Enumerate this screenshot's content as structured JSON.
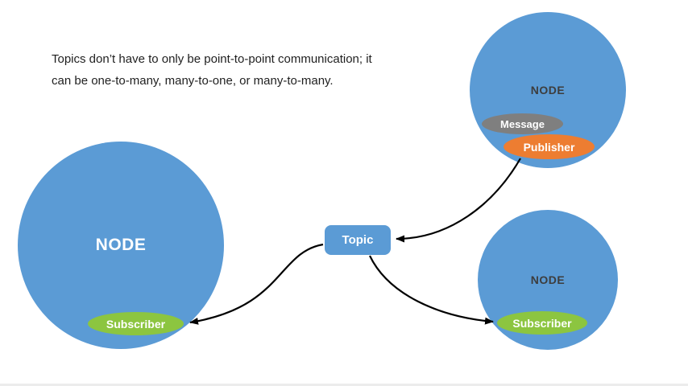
{
  "caption": {
    "line1": "Topics don’t have to only be point-to-point communication; it",
    "line2": "can be one-to-many, many-to-one, or many-to-many."
  },
  "topic": {
    "label": "Topic"
  },
  "nodes": {
    "left": {
      "label": "NODE",
      "subscriber": "Subscriber"
    },
    "top_right": {
      "label": "NODE",
      "message": "Message",
      "publisher": "Publisher"
    },
    "bottom_right": {
      "label": "NODE",
      "subscriber": "Subscriber"
    }
  },
  "connections": [
    {
      "from": "publisher",
      "to": "topic"
    },
    {
      "from": "topic",
      "to": "left_subscriber"
    },
    {
      "from": "topic",
      "to": "bottom_right_subscriber"
    }
  ],
  "colors": {
    "node_fill": "#5B9BD5",
    "subscriber_fill": "#8CC540",
    "publisher_fill": "#ED7D31",
    "message_fill": "#7F7F7F",
    "topic_fill": "#5B9BD5",
    "arrow": "#000000",
    "background": "#FFFFFF"
  }
}
